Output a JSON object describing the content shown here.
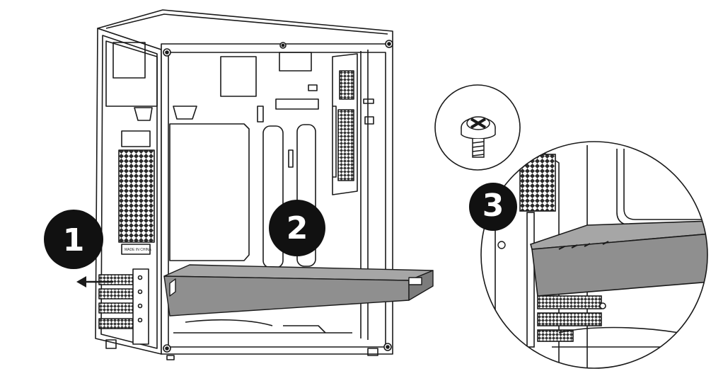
{
  "steps": [
    {
      "number": "1"
    },
    {
      "number": "2"
    },
    {
      "number": "3"
    }
  ],
  "case_label": "MADE IN CHINA",
  "colors": {
    "line": "#1a1a1a",
    "gpu_fill": "#8f8f8f",
    "gpu_top": "#a6a6a6",
    "badge": "#111111",
    "background": "#ffffff"
  },
  "icons": [
    "screw-icon",
    "arrow-left-icon",
    "fan-grille-icon"
  ]
}
